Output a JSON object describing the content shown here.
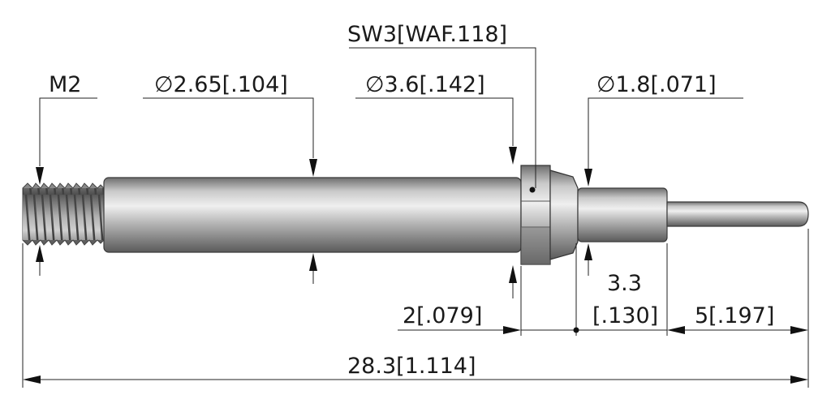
{
  "labels": {
    "thread": "M2",
    "body_diameter": "∅2.65[.104]",
    "hex_diameter": "∅3.6[.142]",
    "hex_wrench": "SW3[WAF.118]",
    "tip_diameter": "∅1.8[.071]",
    "hex_length": "2[.079]",
    "step_length_mm": "3.3",
    "step_length_in": "[.130]",
    "pin_length": "5[.197]",
    "overall_length": "28.3[1.114]"
  }
}
